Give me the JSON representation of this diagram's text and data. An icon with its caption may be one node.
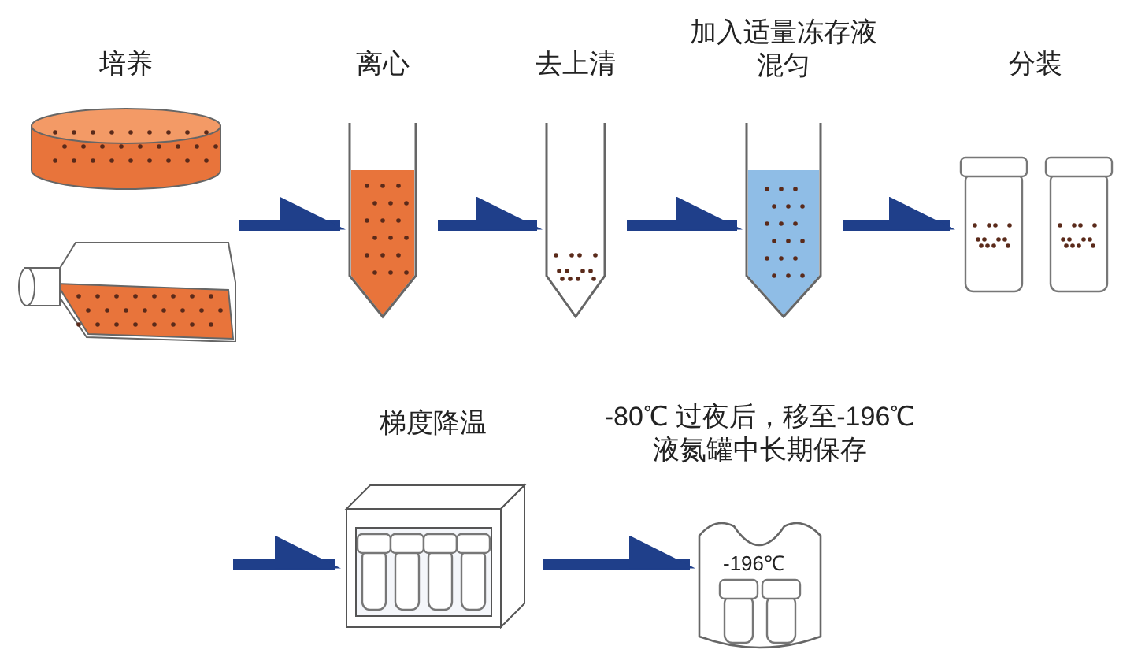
{
  "diagram": {
    "nodes": [
      {
        "text": [
          "培养"
        ]
      },
      {
        "text": [
          "离心"
        ]
      },
      {
        "text": [
          "去上清"
        ]
      },
      {
        "text": [
          "加入适量冻存液混匀"
        ]
      },
      {
        "text": [
          "分装"
        ]
      },
      {
        "text": [
          "梯度降温"
        ]
      },
      {
        "text": [
          "-80℃ 过夜后，移至-196℃ 液氮罐中长期保存",
          "-196℃"
        ]
      }
    ],
    "edges": [
      {
        "from": 0,
        "to": 1,
        "arrow": "to"
      },
      {
        "from": 1,
        "to": 2,
        "arrow": "to"
      },
      {
        "from": 2,
        "to": 3,
        "arrow": "to"
      },
      {
        "from": 3,
        "to": 4,
        "arrow": "to"
      },
      {
        "from": null,
        "to": 5,
        "arrow": "to"
      },
      {
        "from": 5,
        "to": 6,
        "arrow": "to"
      }
    ]
  }
}
